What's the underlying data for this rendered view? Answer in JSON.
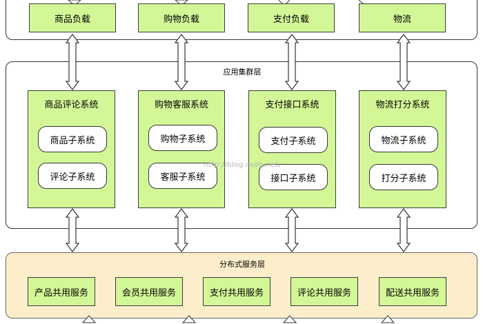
{
  "load_layer": {
    "boxes": [
      "商品负载",
      "购物负载",
      "支付负载",
      "物流"
    ]
  },
  "app_layer": {
    "title": "应用集群层",
    "systems": [
      {
        "name": "商品评论系统",
        "subs": [
          "商品子系统",
          "评论子系统"
        ]
      },
      {
        "name": "购物客服系统",
        "subs": [
          "购物子系统",
          "客服子系统"
        ]
      },
      {
        "name": "支付接口系统",
        "subs": [
          "支付子系统",
          "接口子系统"
        ]
      },
      {
        "name": "物流打分系统",
        "subs": [
          "物流子系统",
          "打分子系统"
        ]
      }
    ]
  },
  "service_layer": {
    "title": "分布式服务层",
    "services": [
      "产品共用服务",
      "会员共用服务",
      "支付共用服务",
      "评论共用服务",
      "配送共用服务"
    ]
  },
  "watermark": "http://blog.csdn.net/",
  "colors": {
    "box_green": "#d3f797",
    "service_panel": "#fdeecb",
    "border": "#333333"
  }
}
